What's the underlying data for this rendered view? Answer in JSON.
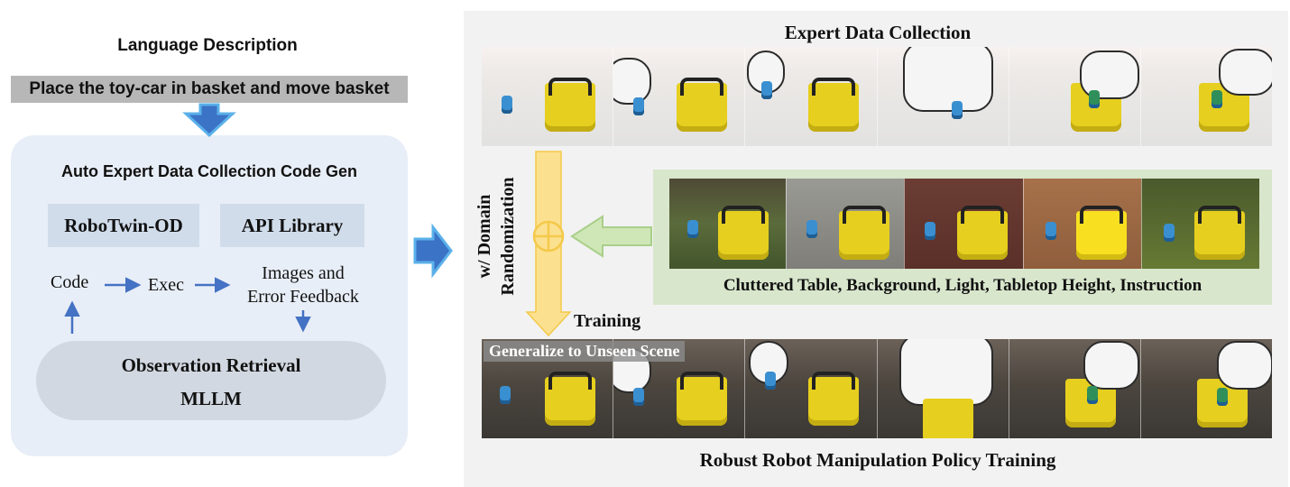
{
  "left_panel": {
    "language_title": "Language Description",
    "language_text": "Place the toy-car in basket and move basket",
    "codegen_title": "Auto Expert Data Collection Code Gen",
    "robotwin_label": "RoboTwin-OD",
    "api_label": "API Library",
    "code_label": "Code",
    "exec_label": "Exec",
    "feedback_line1": "Images and",
    "feedback_line2": "Error Feedback",
    "observation_label": "Observation Retrieval",
    "mllm_label": "MLLM"
  },
  "right_panel": {
    "expert_title": "Expert Data Collection",
    "domain_rand_line1": "w/ Domain",
    "domain_rand_line2": "Randomization",
    "dr_caption": "Cluttered Table, Background, Light, Tabletop Height, Instruction",
    "training_label": "Training",
    "generalize_label": "Generalize to Unseen Scene",
    "policy_title": "Robust Robot Manipulation Policy Training"
  },
  "colors": {
    "flow_arrow": "#4472c4",
    "blue_arrow": "#3b73c6",
    "blue_arrow_edge": "#5bb0ea",
    "yellow_arrow": "#fbe08f",
    "green_arrow": "#cfe6b6",
    "basket": "#e6cf1e",
    "toy_car": "#3a8fd1"
  }
}
